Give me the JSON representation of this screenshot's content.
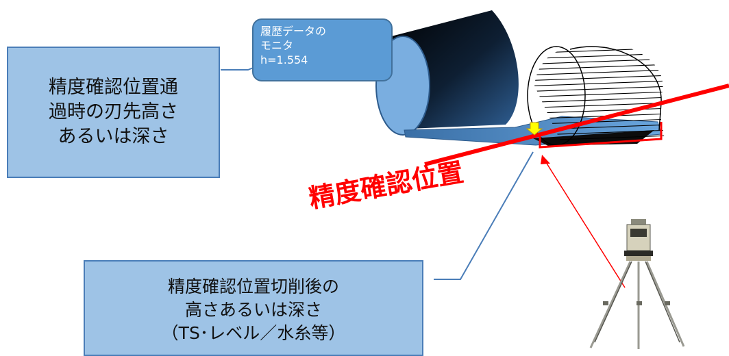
{
  "labels": {
    "left_box_lines": [
      "精度確認位置通",
      "過時の刃先高さ",
      "あるいは深さ"
    ],
    "bottom_box_lines": [
      "精度確認位置切削後の",
      "高さあるいは深さ",
      "（TS･レベル／水糸等）"
    ],
    "callout_lines": [
      "履歴データの",
      "モニタ",
      "h=1.554"
    ],
    "red_label": "精度確認位置"
  },
  "colors": {
    "box_fill": "#9ec3e6",
    "callout_fill": "#5b9bd5",
    "accent_red": "#ff0000",
    "marker_yellow": "#ffff00"
  },
  "icons": {
    "instrument": "total-station-tripod-icon",
    "marker": "down-arrow-marker-icon"
  }
}
